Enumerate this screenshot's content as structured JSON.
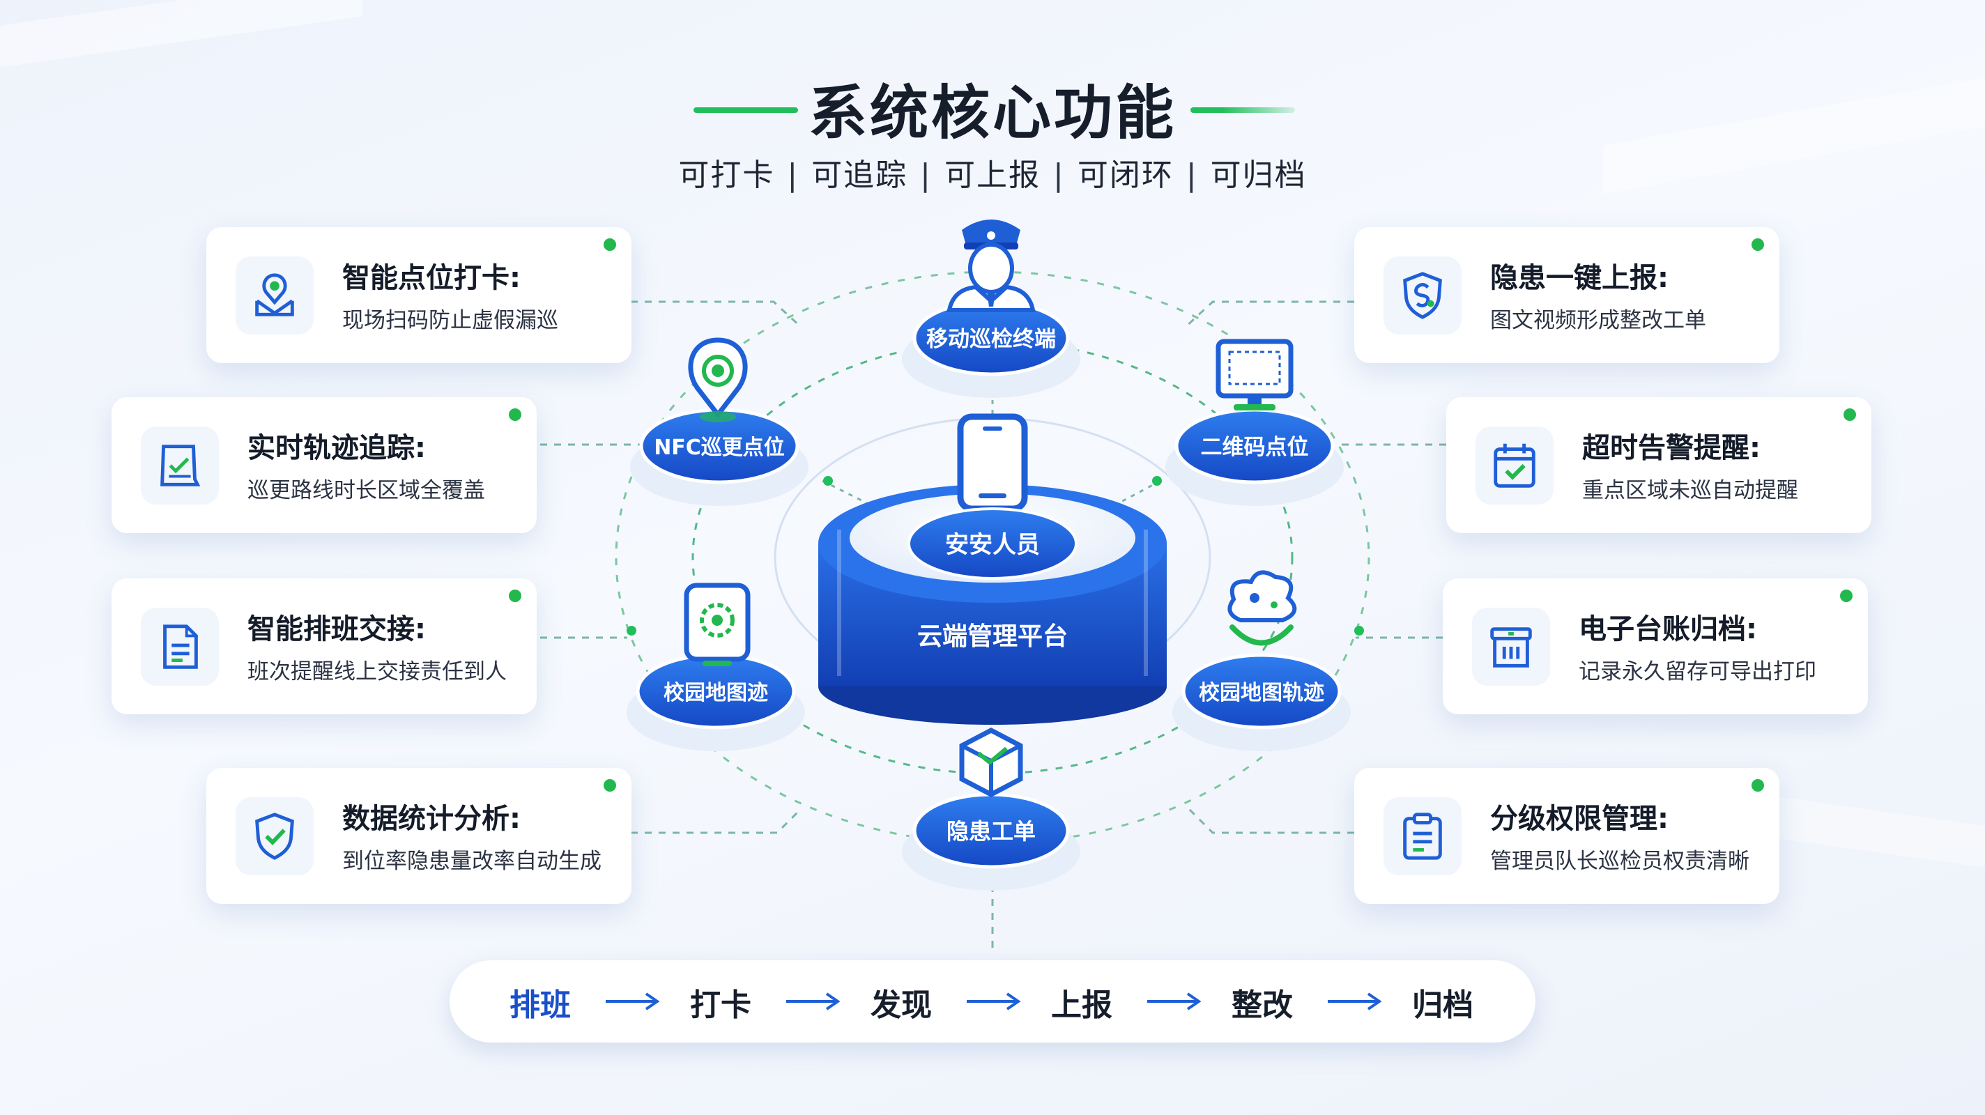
{
  "title": "系统核心功能",
  "subtitle": [
    "可打卡",
    "可追踪",
    "可上报",
    "可闭环",
    "可归档"
  ],
  "colors": {
    "brand_blue": "#1f5fd6",
    "accent_green": "#1fbf5b",
    "text_dark": "#161d2b"
  },
  "features_left": [
    {
      "title": "智能点位打卡:",
      "desc": "现场扫码防止虚假漏巡",
      "icon": "location-check-icon"
    },
    {
      "title": "实时轨迹追踪:",
      "desc": "巡更路线时长区域全覆盖",
      "icon": "trajectory-map-icon"
    },
    {
      "title": "智能排班交接:",
      "desc": "班次提醒线上交接责任到人",
      "icon": "document-icon"
    },
    {
      "title": "数据统计分析:",
      "desc": "到位率隐患量改率自动生成",
      "icon": "shield-check-icon"
    }
  ],
  "features_right": [
    {
      "title": "隐患一键上报:",
      "desc": "图文视频形成整改工单",
      "icon": "shield-report-icon"
    },
    {
      "title": "超时告警提醒:",
      "desc": "重点区域未巡自动提醒",
      "icon": "calendar-check-icon"
    },
    {
      "title": "电子台账归档:",
      "desc": "记录永久留存可导出打印",
      "icon": "archive-icon"
    },
    {
      "title": "分级权限管理:",
      "desc": "管理员队长巡检员权责清晰",
      "icon": "clipboard-list-icon"
    }
  ],
  "hub": {
    "center": "安安人员",
    "base": "云端管理平台"
  },
  "nodes": {
    "top": "移动巡检终端",
    "upper_left": "NFC巡更点位",
    "upper_right": "二维码点位",
    "lower_left": "校园地图迹",
    "lower_right": "校园地图轨迹",
    "bottom": "隐患工单"
  },
  "flow": [
    "排班",
    "打卡",
    "发现",
    "上报",
    "整改",
    "归档"
  ]
}
